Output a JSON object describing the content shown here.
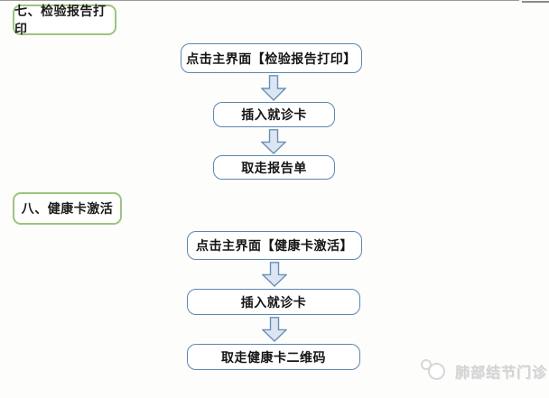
{
  "colors": {
    "section_border": "#9cc57d",
    "flow_border": "#5b87b0",
    "arrow_fill": "#dce6f2",
    "arrow_border": "#6a8fb8",
    "watermark_gray": "#d4d4d4"
  },
  "sections": [
    {
      "label": "七、检验报告打印",
      "steps": [
        "点击主界面【检验报告打印】",
        "插入就诊卡",
        "取走报告单"
      ]
    },
    {
      "label": "八、健康卡激活",
      "steps": [
        "点击主界面【健康卡激活】",
        "插入就诊卡",
        "取走健康卡二维码"
      ]
    }
  ],
  "watermark": {
    "text": "肺部结节门诊"
  }
}
